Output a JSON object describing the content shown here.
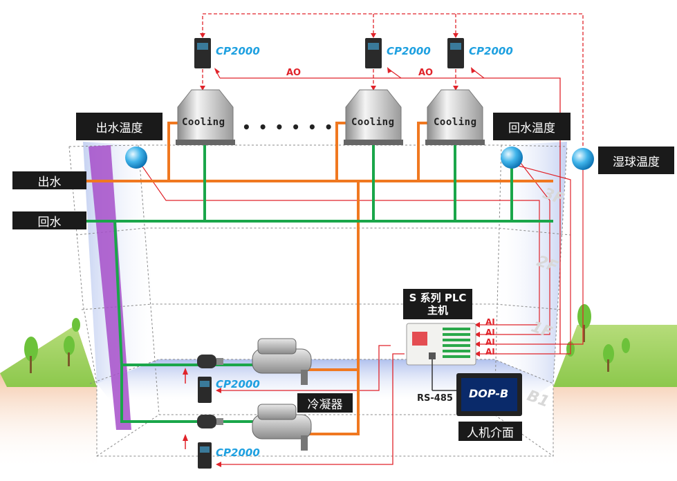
{
  "labels": {
    "outlet_temp": "出水温度",
    "return_temp": "回水温度",
    "wetbulb_temp": "湿球温度",
    "outlet_water": "出水",
    "return_water": "回水",
    "condenser": "冷凝器",
    "hmi": "人机介面",
    "plc_line1": "S 系列 PLC",
    "plc_line2": "主机",
    "rs485": "RS-485",
    "hmi_screen": "DOP-B"
  },
  "drives": {
    "model": "CP2000"
  },
  "cooling_label": "Cooling",
  "dots": "• • • • • •",
  "signals": {
    "ao": "AO",
    "ai": "AI"
  },
  "floors": [
    "3F",
    "2F",
    "1F",
    "B1"
  ],
  "colors": {
    "outlet_pipe": "#f07820",
    "return_pipe": "#1aa64a",
    "signal": "#e0232a",
    "drive_label": "#1ea0e0",
    "label_bg": "#1a1a1a",
    "tower_pipe": "#a64fc9"
  }
}
